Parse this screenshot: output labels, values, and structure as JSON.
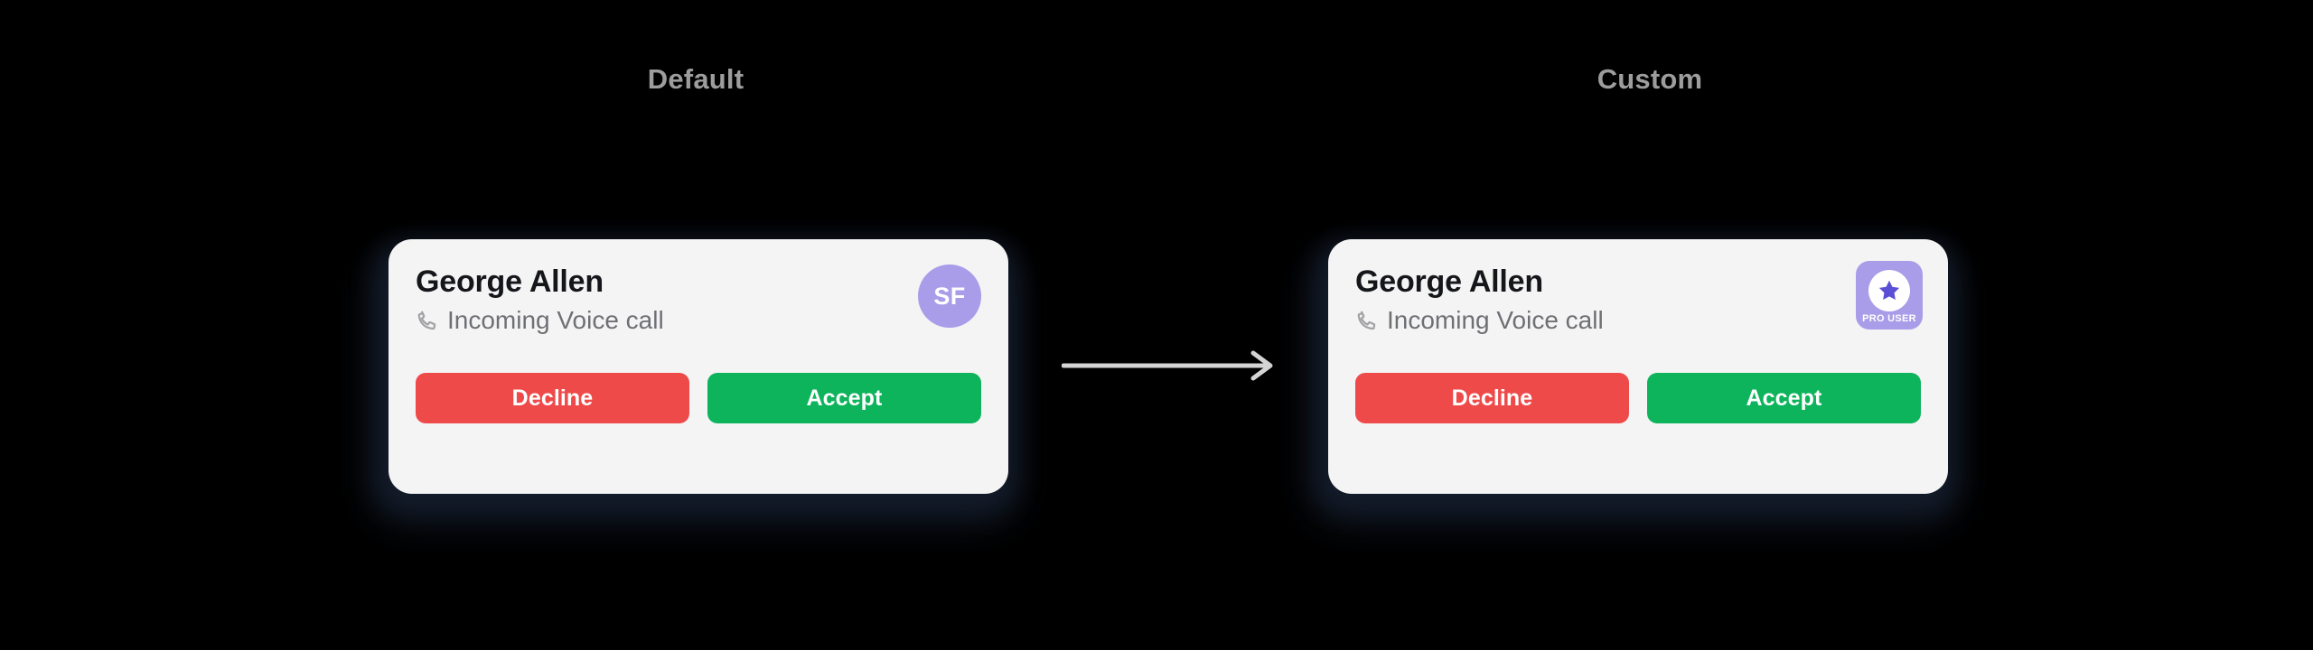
{
  "page": {
    "background_color": "#000000"
  },
  "sections": [
    {
      "id": "default",
      "label": "Default"
    },
    {
      "id": "custom",
      "label": "Custom"
    }
  ],
  "cards": {
    "default": {
      "caller_name": "George Allen",
      "call_status": "Incoming Voice call",
      "phone_icon": "phone-icon",
      "avatar": {
        "initials": "SF",
        "background_color": "#a99ce8",
        "text_color": "#ffffff"
      },
      "buttons": {
        "decline": "Decline",
        "accept": "Accept"
      }
    },
    "custom": {
      "caller_name": "George Allen",
      "call_status": "Incoming Voice call",
      "phone_icon": "phone-icon",
      "badge": {
        "label": "PRO USER",
        "icon": "star-icon",
        "background_color": "#a99ce8",
        "disc_color": "#ffffff",
        "star_color": "#5b4fd6",
        "text_color": "#ffffff"
      },
      "buttons": {
        "decline": "Decline",
        "accept": "Accept"
      }
    }
  },
  "arrow": {
    "icon": "arrow-right-icon",
    "color": "#d4d4d4",
    "direction": "right"
  },
  "colors": {
    "card_background": "#f4f4f5",
    "card_shadow": "#141c2b",
    "label_text": "#9d9d9d",
    "name_text": "#15161a",
    "status_text": "#6f7074",
    "decline": "#ef4a4a",
    "accept": "#0db45c",
    "accent_lavender": "#a99ce8",
    "accent_indigo": "#5b4fd6"
  }
}
